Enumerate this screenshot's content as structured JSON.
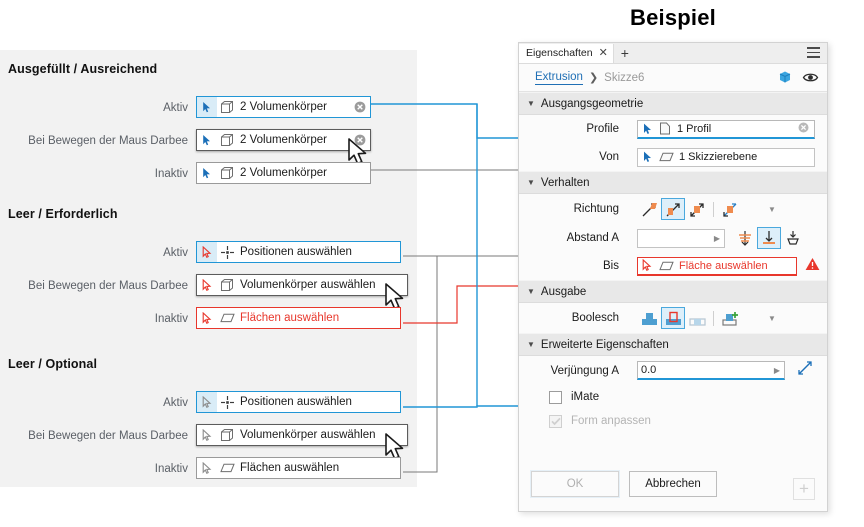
{
  "title": "Beispiel",
  "left": {
    "groups": [
      {
        "title": "Ausgefüllt / Ausreichend",
        "rows": [
          {
            "label": "Aktiv",
            "value": "2 Volumenkörper",
            "state": "active",
            "type": "solid",
            "clear": true
          },
          {
            "label": "Bei Bewegen der Maus Darbee",
            "value": "2 Volumenkörper",
            "state": "hover",
            "type": "solid",
            "clear": true
          },
          {
            "label": "Inaktiv",
            "value": "2 Volumenkörper",
            "state": "inactive",
            "type": "solid",
            "clear": false
          }
        ]
      },
      {
        "title": "Leer / Erforderlich",
        "rows": [
          {
            "label": "Aktiv",
            "value": "Positionen auswählen",
            "state": "err-active",
            "type": "point",
            "clear": false
          },
          {
            "label": "Bei Bewegen der Maus Darbee",
            "value": "Volumenkörper auswählen",
            "state": "hover",
            "type": "solid",
            "clear": false
          },
          {
            "label": "Inaktiv",
            "value": "Flächen auswählen",
            "state": "err",
            "type": "face",
            "clear": false
          }
        ]
      },
      {
        "title": "Leer / Optional",
        "rows": [
          {
            "label": "Aktiv",
            "value": "Positionen auswählen",
            "state": "active",
            "type": "point",
            "clear": false
          },
          {
            "label": "Bei Bewegen der Maus Darbee",
            "value": "Volumenkörper auswählen",
            "state": "hover",
            "type": "solid",
            "clear": false
          },
          {
            "label": "Inaktiv",
            "value": "Flächen auswählen",
            "state": "inactive",
            "type": "face",
            "clear": false
          }
        ]
      }
    ]
  },
  "panel": {
    "tab": {
      "label": "Eigenschaften",
      "close": "✕",
      "add": "+"
    },
    "breadcrumb": {
      "main": "Extrusion",
      "separator": "❯",
      "sub": "Skizze6"
    },
    "sections": {
      "geometry": {
        "title": "Ausgangsgeometrie",
        "profile_label": "Profile",
        "profile_value": "1 Profil",
        "von_label": "Von",
        "von_value": "1 Skizzierebene"
      },
      "behavior": {
        "title": "Verhalten",
        "direction_label": "Richtung",
        "distance_label": "Abstand A",
        "distance_value": "",
        "bis_label": "Bis",
        "bis_value": "Fläche auswählen"
      },
      "output": {
        "title": "Ausgabe",
        "boolean_label": "Boolesch"
      },
      "advanced": {
        "title": "Erweiterte Eigenschaften",
        "taper_label": "Verjüngung A",
        "taper_value": "0.0",
        "imate_label": "iMate",
        "form_label": "Form anpassen"
      }
    },
    "buttons": {
      "ok": "OK",
      "cancel": "Abbrechen",
      "add": "+"
    }
  },
  "colors": {
    "accent_blue": "#2196d6",
    "error_red": "#e8372c",
    "panel_bg": "#f2f2f2",
    "orange": "#ef8b4e"
  }
}
